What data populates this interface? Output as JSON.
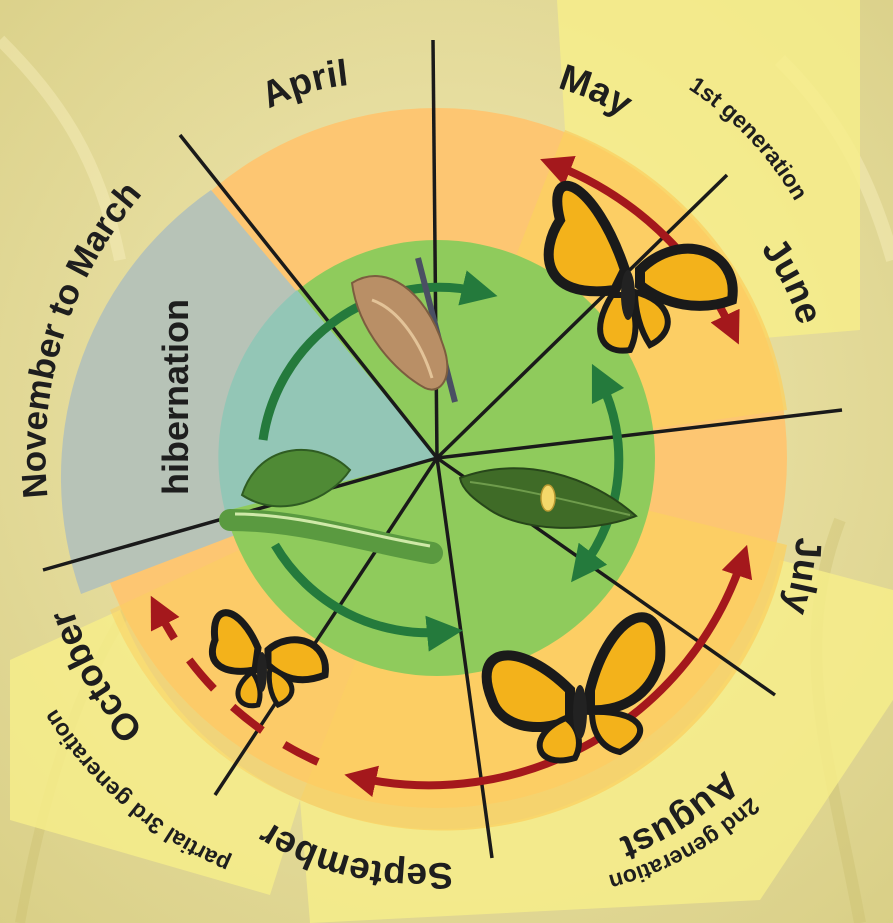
{
  "months": {
    "april": "April",
    "may": "May",
    "june": "June",
    "july": "July",
    "august": "August",
    "september": "September",
    "october": "October",
    "november_to_march": "November to March"
  },
  "phases": {
    "hibernation": "hibernation",
    "first_generation": "1st generation",
    "second_generation": "2nd generation",
    "partial_third_generation": "partial 3rd generation"
  },
  "stages": [
    "chrysalis",
    "butterfly",
    "egg",
    "caterpillar"
  ],
  "colors": {
    "background": "#e6dd9a",
    "outer_ring": "#fdc672",
    "hibernation": "#b7c3b7",
    "inner_disc": "#8fcb5c",
    "hibernation_inner": "#93c6b6",
    "generation_band": "#f7ee8a",
    "butterfly_arrow": "#a4181c",
    "lifecycle_arrow": "#247a3c",
    "butterfly_wing": "#f3b21b",
    "butterfly_border": "#1a1a1a"
  }
}
